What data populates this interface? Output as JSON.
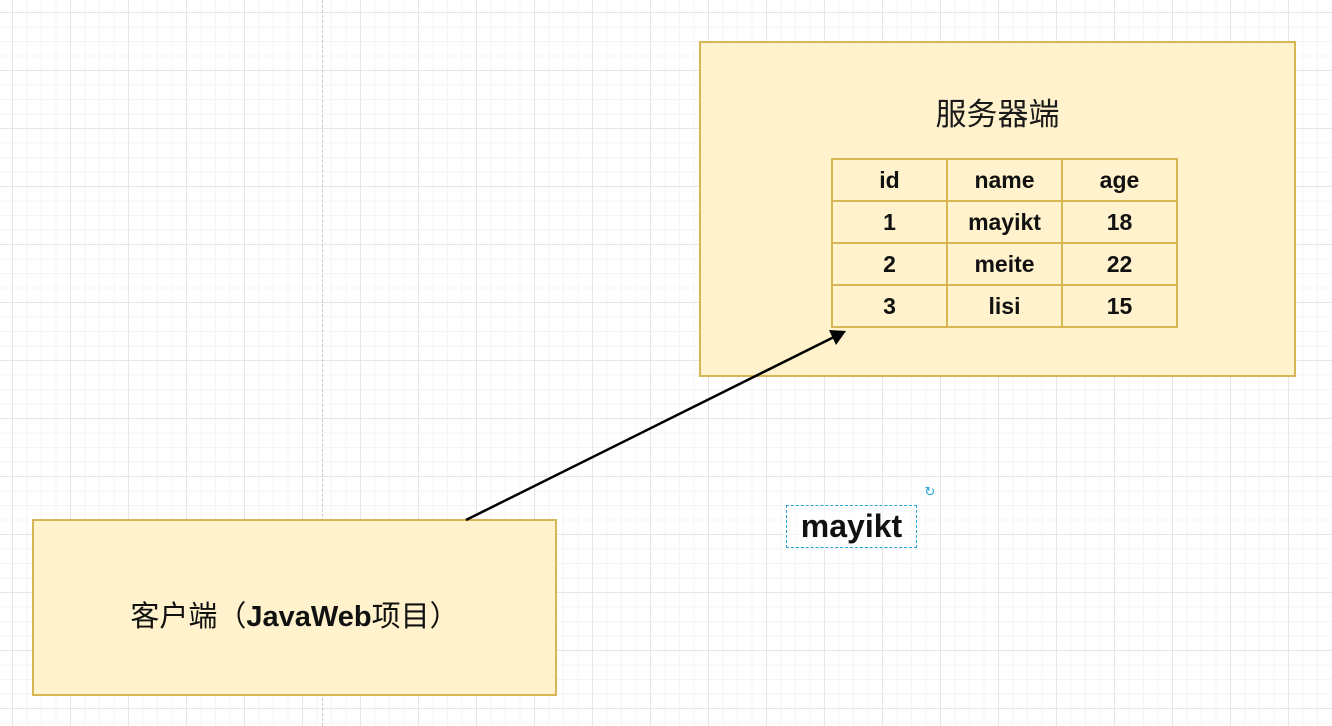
{
  "server": {
    "title": "服务器端",
    "table": {
      "headers": [
        "id",
        "name",
        "age"
      ],
      "rows": [
        [
          "1",
          "mayikt",
          "18"
        ],
        [
          "2",
          "meite",
          "22"
        ],
        [
          "3",
          "lisi",
          "15"
        ]
      ]
    }
  },
  "client": {
    "title_prefix": "客户端（",
    "title_bold": "JavaWeb",
    "title_suffix": "项目）"
  },
  "floating_label": {
    "text": "mayikt",
    "handle_icon": "rotate-icon"
  },
  "colors": {
    "box_fill": "#fff2cc",
    "box_border": "#d6b656",
    "selection": "#29a3d8",
    "arrow": "#000000"
  }
}
